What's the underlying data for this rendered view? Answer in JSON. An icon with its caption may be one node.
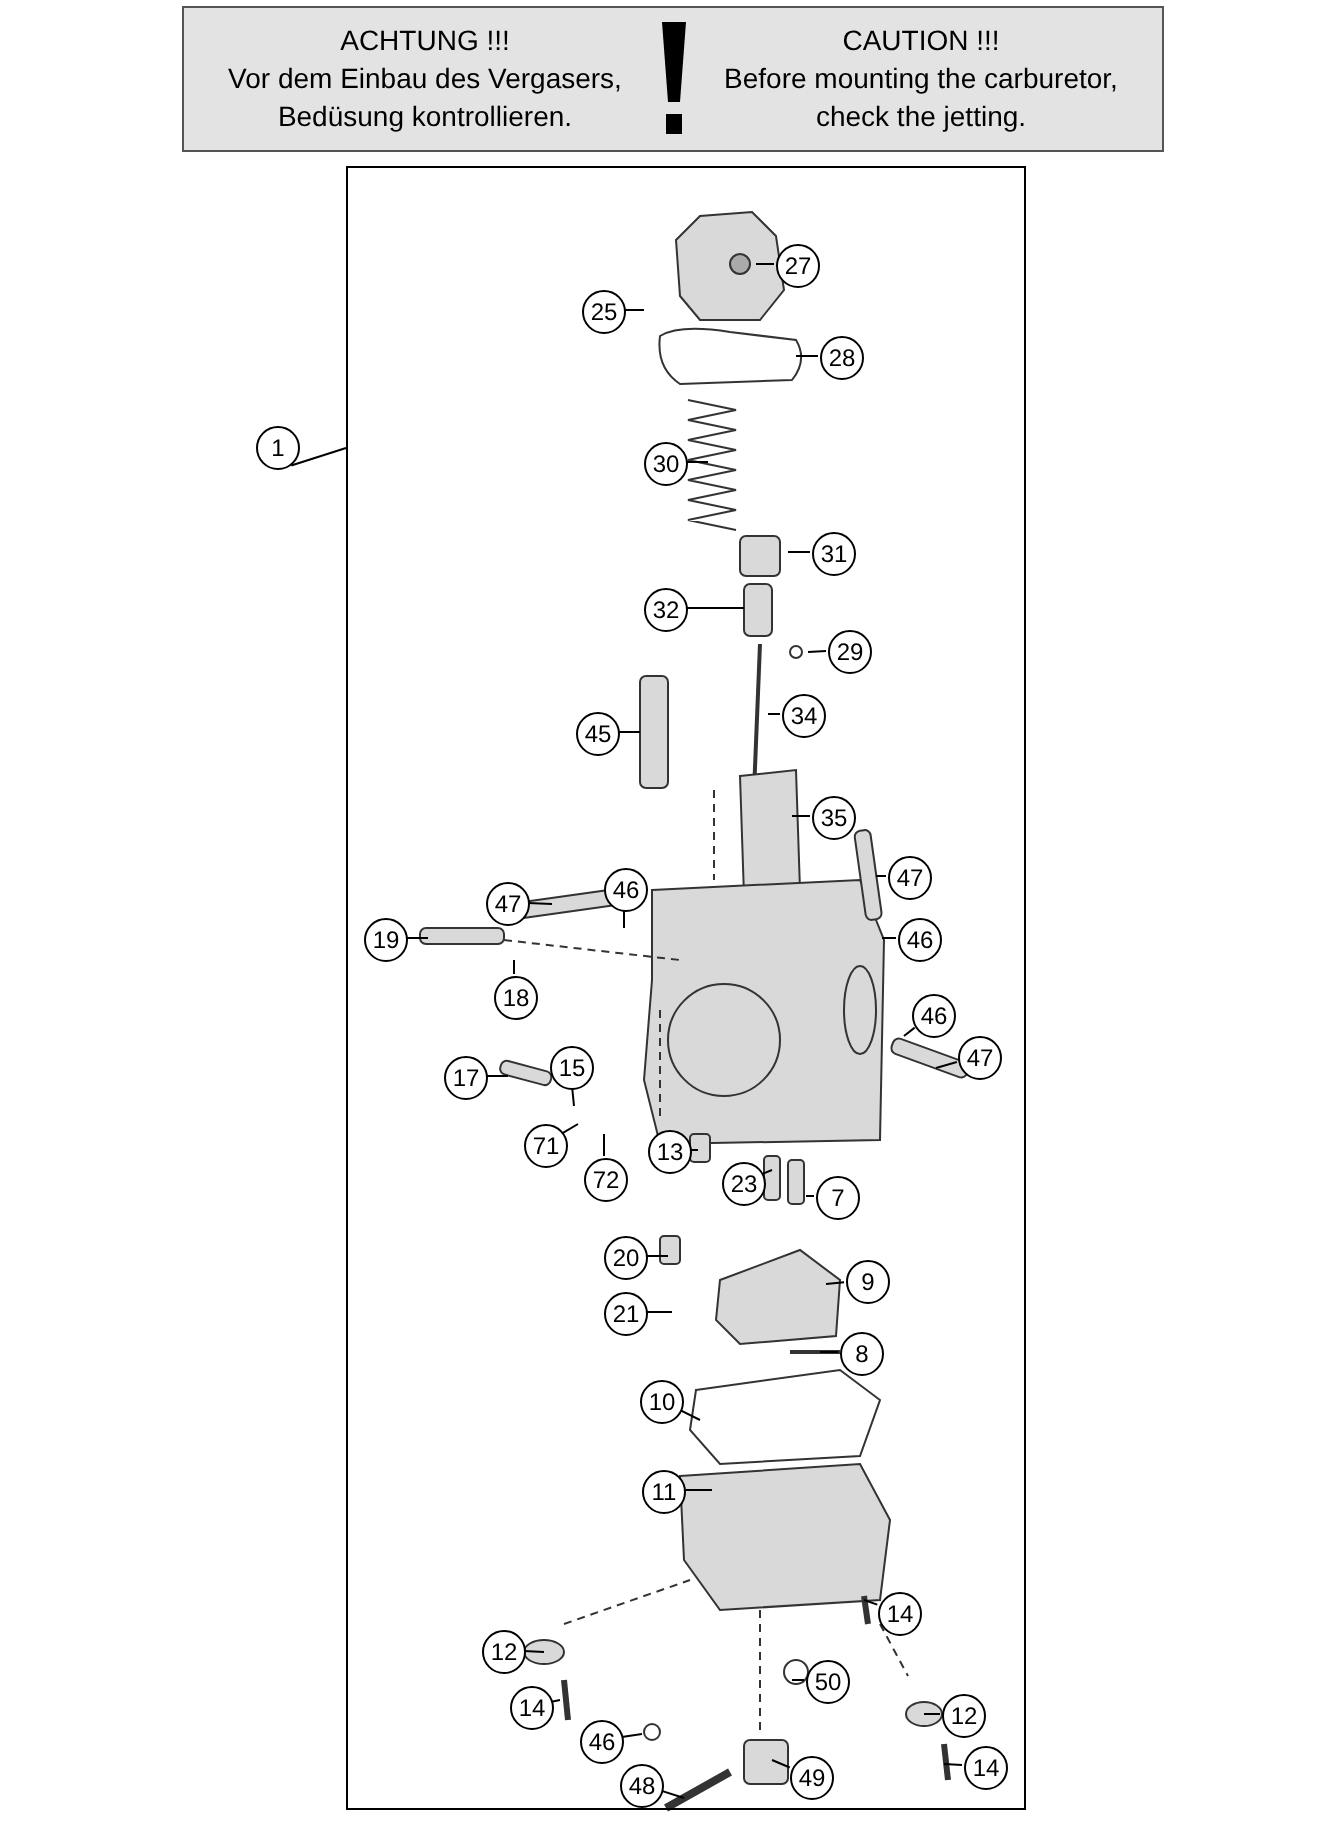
{
  "diagram": {
    "nodes": [
      {
        "text": [
          "ACHTUNG !!!",
          "Vor dem Einbau des Vergasers, Bedüsung kontrollieren.",
          "CAUTION !!!",
          "Before mounting the carburetor, check the jetting."
        ]
      },
      {
        "text": [
          "1"
        ]
      },
      {
        "text": [],
        "shape": "box"
      },
      {
        "text": [
          "27"
        ],
        "in": 2
      },
      {
        "text": [
          "25"
        ],
        "in": 2
      },
      {
        "text": [
          "28"
        ],
        "in": 2
      },
      {
        "text": [
          "30"
        ],
        "in": 2
      },
      {
        "text": [
          "31"
        ],
        "in": 2
      },
      {
        "text": [
          "32"
        ],
        "in": 2
      },
      {
        "text": [
          "29"
        ],
        "in": 2
      },
      {
        "text": [
          "34"
        ],
        "in": 2
      },
      {
        "text": [
          "45"
        ],
        "in": 2
      },
      {
        "text": [
          "35"
        ],
        "in": 2
      },
      {
        "text": [
          "47"
        ],
        "in": 2
      },
      {
        "text": [
          "46"
        ],
        "in": 2
      },
      {
        "text": [
          "47"
        ],
        "in": 2
      },
      {
        "text": [
          "46"
        ],
        "in": 2
      },
      {
        "text": [
          "19"
        ],
        "in": 2
      },
      {
        "text": [
          "18"
        ],
        "in": 2
      },
      {
        "text": [
          "46"
        ],
        "in": 2
      },
      {
        "text": [
          "47"
        ],
        "in": 2
      },
      {
        "text": [
          "17"
        ],
        "in": 2
      },
      {
        "text": [
          "15"
        ],
        "in": 2
      },
      {
        "text": [
          "71"
        ],
        "in": 2
      },
      {
        "text": [
          "72"
        ],
        "in": 2
      },
      {
        "text": [
          "13"
        ],
        "in": 2
      },
      {
        "text": [
          "23"
        ],
        "in": 2
      },
      {
        "text": [
          "7"
        ],
        "in": 2
      },
      {
        "text": [
          "20"
        ],
        "in": 2
      },
      {
        "text": [
          "9"
        ],
        "in": 2
      },
      {
        "text": [
          "21"
        ],
        "in": 2
      },
      {
        "text": [
          "8"
        ],
        "in": 2
      },
      {
        "text": [
          "10"
        ],
        "in": 2
      },
      {
        "text": [
          "11"
        ],
        "in": 2
      },
      {
        "text": [
          "14"
        ],
        "in": 2
      },
      {
        "text": [
          "12"
        ],
        "in": 2
      },
      {
        "text": [
          "50"
        ],
        "in": 2
      },
      {
        "text": [
          "14"
        ],
        "in": 2
      },
      {
        "text": [
          "12"
        ],
        "in": 2
      },
      {
        "text": [
          "46"
        ],
        "in": 2
      },
      {
        "text": [
          "14"
        ],
        "in": 2
      },
      {
        "text": [
          "48"
        ],
        "in": 2
      },
      {
        "text": [
          "49"
        ],
        "in": 2
      }
    ],
    "edges": [
      {
        "from": 1,
        "to": 2,
        "arrow": "none"
      },
      {
        "from": 3,
        "to": null,
        "arrow": "none"
      },
      {
        "from": 4,
        "to": null,
        "arrow": "none"
      },
      {
        "from": 5,
        "to": null,
        "arrow": "none"
      },
      {
        "from": 6,
        "to": null,
        "arrow": "none"
      },
      {
        "from": 7,
        "to": null,
        "arrow": "none"
      },
      {
        "from": 8,
        "to": null,
        "arrow": "none"
      },
      {
        "from": 9,
        "to": null,
        "arrow": "none"
      },
      {
        "from": 10,
        "to": null,
        "arrow": "none"
      },
      {
        "from": 11,
        "to": null,
        "arrow": "none"
      },
      {
        "from": 12,
        "to": null,
        "arrow": "none"
      },
      {
        "from": 13,
        "to": null,
        "arrow": "none"
      },
      {
        "from": 14,
        "to": null,
        "arrow": "none"
      },
      {
        "from": 15,
        "to": null,
        "arrow": "none"
      },
      {
        "from": 16,
        "to": null,
        "arrow": "none"
      },
      {
        "from": 17,
        "to": null,
        "arrow": "none"
      },
      {
        "from": 18,
        "to": null,
        "arrow": "none"
      },
      {
        "from": 19,
        "to": null,
        "arrow": "none"
      },
      {
        "from": 20,
        "to": null,
        "arrow": "none"
      },
      {
        "from": 21,
        "to": null,
        "arrow": "none"
      },
      {
        "from": 22,
        "to": null,
        "arrow": "none"
      },
      {
        "from": 23,
        "to": null,
        "arrow": "none"
      },
      {
        "from": 24,
        "to": null,
        "arrow": "none"
      },
      {
        "from": 25,
        "to": null,
        "arrow": "none"
      },
      {
        "from": 26,
        "to": null,
        "arrow": "none"
      },
      {
        "from": 27,
        "to": null,
        "arrow": "none"
      },
      {
        "from": 28,
        "to": null,
        "arrow": "none"
      },
      {
        "from": 29,
        "to": null,
        "arrow": "none"
      },
      {
        "from": 30,
        "to": null,
        "arrow": "none"
      },
      {
        "from": 31,
        "to": null,
        "arrow": "none"
      },
      {
        "from": 32,
        "to": null,
        "arrow": "none"
      },
      {
        "from": 33,
        "to": null,
        "arrow": "none"
      },
      {
        "from": 34,
        "to": null,
        "arrow": "none"
      },
      {
        "from": 35,
        "to": null,
        "arrow": "none"
      },
      {
        "from": 36,
        "to": null,
        "arrow": "none"
      },
      {
        "from": 37,
        "to": null,
        "arrow": "none"
      },
      {
        "from": 38,
        "to": null,
        "arrow": "none"
      },
      {
        "from": 39,
        "to": null,
        "arrow": "none"
      },
      {
        "from": 40,
        "to": null,
        "arrow": "none"
      },
      {
        "from": 41,
        "to": null,
        "arrow": "none"
      },
      {
        "from": 42,
        "to": null,
        "arrow": "none"
      }
    ]
  }
}
